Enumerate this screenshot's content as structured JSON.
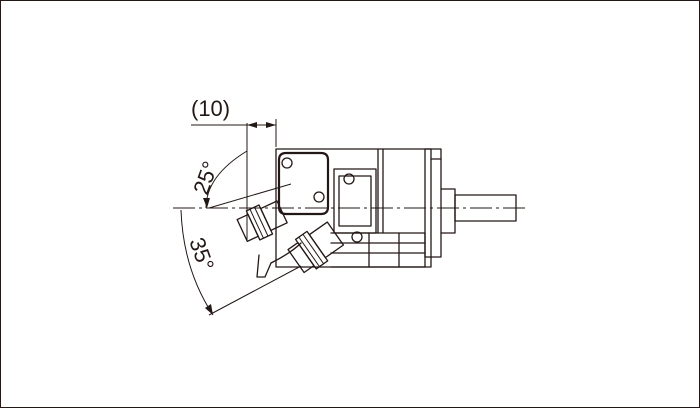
{
  "dimensions": {
    "offset_label": "(10)",
    "angle_upper_label": "25°",
    "angle_lower_label": "35°"
  },
  "colors": {
    "line": "#231815",
    "background": "#ffffff"
  }
}
